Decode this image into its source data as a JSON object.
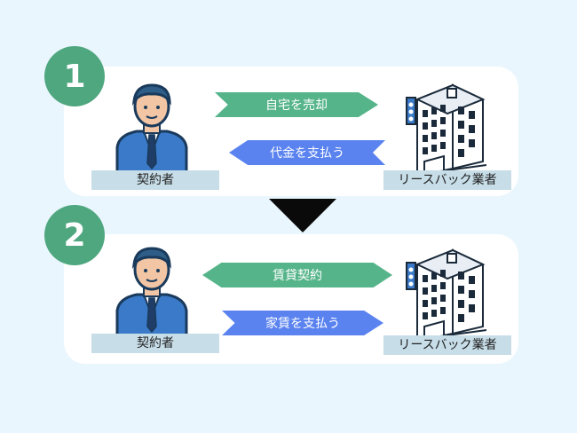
{
  "steps": [
    {
      "number": "1",
      "person_label": "契約者",
      "company_label": "リースバック業者",
      "arrow_top": {
        "text": "自宅を売却",
        "direction": "right",
        "color": "#55b489"
      },
      "arrow_bottom": {
        "text": "代金を支払う",
        "direction": "left",
        "color": "#5a83f0"
      }
    },
    {
      "number": "2",
      "person_label": "契約者",
      "company_label": "リースバック業者",
      "arrow_top": {
        "text": "賃貸契約",
        "direction": "both",
        "color": "#55b489"
      },
      "arrow_bottom": {
        "text": "家賃を支払う",
        "direction": "right",
        "color": "#5a83f0"
      }
    }
  ],
  "icons": {
    "person": "businessman-icon",
    "company": "office-building-icon",
    "flow": "down-arrow-icon"
  }
}
